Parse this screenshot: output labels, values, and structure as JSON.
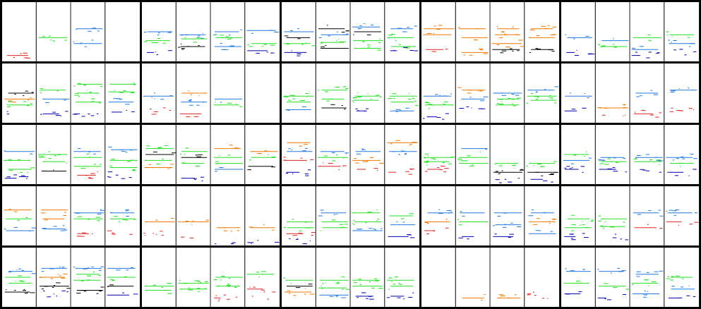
{
  "colors": {
    "background": "#ffffff",
    "grid_major": "#000000",
    "grid_minor": "#444444",
    "green": "#22dd22",
    "blue": "#2277dd",
    "navy": "#0000aa",
    "orange": "#ee7700",
    "red": "#dd2222",
    "black": "#000000"
  },
  "grid": {
    "block_rows": 5,
    "block_cols": 5,
    "panels_per_block": 4
  },
  "panels": [
    [
      [
        "r",
        0.9
      ],
      [
        "g",
        0.6
      ],
      [
        "b",
        0.45,
        "b",
        0.7
      ],
      []
    ],
    [
      [
        "b",
        0.5,
        "g",
        0.65,
        "n",
        0.85
      ],
      [
        "b",
        0.55,
        "g",
        0.62,
        "k",
        0.75
      ],
      [
        "b",
        0.5,
        "g",
        0.6,
        "b",
        0.75
      ],
      [
        "b",
        0.48,
        "g",
        0.7,
        "n",
        0.82
      ]
    ],
    [
      [
        "b",
        0.5,
        "k",
        0.6,
        "g",
        0.7,
        "n",
        0.85
      ],
      [
        "k",
        0.45,
        "b",
        0.55,
        "g",
        0.68,
        "k",
        0.78
      ],
      [
        "b",
        0.42,
        "k",
        0.5,
        "g",
        0.65,
        "g",
        0.78
      ],
      [
        "b",
        0.45,
        "g",
        0.6,
        "g",
        0.75,
        "n",
        0.82
      ]
    ],
    [
      [
        "o",
        0.45,
        "o",
        0.55,
        "r",
        0.8
      ],
      [
        "o",
        0.45,
        "o",
        0.6,
        "o",
        0.85
      ],
      [
        "o",
        0.45,
        "o",
        0.55,
        "o",
        0.7,
        "k",
        0.8
      ],
      [
        "o",
        0.45,
        "o",
        0.6,
        "k",
        0.8
      ]
    ],
    [
      [
        "b",
        0.6,
        "n",
        0.85
      ],
      [
        "b",
        0.65,
        "g",
        0.75
      ],
      [
        "g",
        0.6,
        "b",
        0.8,
        "n",
        0.9
      ],
      [
        "g",
        0.55,
        "b",
        0.7,
        "n",
        0.85
      ]
    ],
    [
      [
        "k",
        0.5,
        "o",
        0.6,
        "g",
        0.7,
        "n",
        0.85
      ],
      [
        "g",
        0.45,
        "b",
        0.6,
        "n",
        0.85
      ],
      [
        "g",
        0.35,
        "g",
        0.5,
        "g",
        0.65,
        "n",
        0.85
      ],
      [
        "g",
        0.35,
        "g",
        0.48,
        "b",
        0.65,
        "n",
        0.82
      ]
    ],
    [
      [
        "b",
        0.55,
        "r",
        0.8
      ],
      [
        "o",
        0.5,
        "b",
        0.65,
        "r",
        0.85
      ],
      [
        "b",
        0.6,
        "g",
        0.7
      ],
      []
    ],
    [
      [
        "g",
        0.55,
        "g",
        0.65,
        "b",
        0.78
      ],
      [
        "g",
        0.45,
        "g",
        0.6,
        "k",
        0.75
      ],
      [
        "g",
        0.55,
        "g",
        0.62,
        "n",
        0.8
      ],
      [
        "g",
        0.55,
        "g",
        0.65,
        "b",
        0.8
      ]
    ],
    [
      [
        "b",
        0.55,
        "g",
        0.7,
        "n",
        0.9
      ],
      [
        "o",
        0.45,
        "b",
        0.6,
        "n",
        0.78
      ],
      [
        "b",
        0.5,
        "g",
        0.6,
        "g",
        0.7
      ],
      [
        "b",
        0.45,
        "g",
        0.55,
        "g",
        0.62
      ]
    ],
    [
      [
        "b",
        0.55,
        "n",
        0.8
      ],
      [
        "o",
        0.75,
        "r",
        0.85
      ],
      [
        "b",
        0.5,
        "r",
        0.85
      ],
      [
        "b",
        0.45,
        "r",
        0.8
      ]
    ],
    [
      [
        "b",
        0.45,
        "g",
        0.6,
        "g",
        0.75,
        "n",
        0.9
      ],
      [
        "g",
        0.5,
        "g",
        0.62,
        "k",
        0.78
      ],
      [
        "b",
        0.45,
        "g",
        0.55,
        "g",
        0.7,
        "r",
        0.85
      ],
      [
        "b",
        0.42,
        "g",
        0.6,
        "g",
        0.72,
        "n",
        0.85
      ]
    ],
    [
      [
        "g",
        0.4,
        "k",
        0.5,
        "g",
        0.6,
        "o",
        0.72
      ],
      [
        "g",
        0.45,
        "k",
        0.55,
        "g",
        0.65,
        "n",
        0.9
      ],
      [
        "o",
        0.4,
        "g",
        0.55,
        "g",
        0.65,
        "b",
        0.75
      ],
      [
        "o",
        0.45,
        "g",
        0.55,
        "k",
        0.7
      ]
    ],
    [
      [
        "o",
        0.3,
        "b",
        0.45,
        "r",
        0.6,
        "n",
        0.8
      ],
      [
        "b",
        0.45,
        "g",
        0.55,
        "r",
        0.7
      ],
      [
        "b",
        0.45,
        "o",
        0.6,
        "r",
        0.75
      ],
      [
        "o",
        0.3,
        "b",
        0.45,
        "r",
        0.8
      ]
    ],
    [
      [
        "g",
        0.55,
        "g",
        0.62,
        "r",
        0.75
      ],
      [
        "b",
        0.4,
        "g",
        0.55,
        "g",
        0.65
      ],
      [
        "g",
        0.65,
        "k",
        0.8,
        "n",
        0.92
      ],
      [
        "g",
        0.65,
        "k",
        0.8,
        "n",
        0.92
      ]
    ],
    [
      [
        "g",
        0.5,
        "b",
        0.6,
        "n",
        0.75
      ],
      [
        "b",
        0.55,
        "g",
        0.62,
        "n",
        0.75
      ],
      [
        "b",
        0.55,
        "g",
        0.62,
        "n",
        0.78
      ],
      [
        "b",
        0.55,
        "g",
        0.65,
        "n",
        0.8
      ]
    ],
    [
      [
        "o",
        0.4,
        "g",
        0.55,
        "b",
        0.75
      ],
      [
        "o",
        0.4,
        "o",
        0.55,
        "b",
        0.72
      ],
      [
        "b",
        0.45,
        "g",
        0.55,
        "r",
        0.8
      ],
      [
        "b",
        0.45,
        "g",
        0.55,
        "r",
        0.8
      ]
    ],
    [
      [
        "o",
        0.6,
        "r",
        0.8
      ],
      [
        "o",
        0.6,
        "r",
        0.85
      ],
      [
        "o",
        0.7,
        "n",
        0.95
      ],
      [
        "o",
        0.7,
        "n",
        0.95
      ]
    ],
    [
      [
        "g",
        0.6,
        "g",
        0.7,
        "r",
        0.8,
        "n",
        0.92
      ],
      [
        "b",
        0.45,
        "g",
        0.6,
        "g",
        0.7
      ],
      [
        "g",
        0.45,
        "g",
        0.6,
        "b",
        0.75
      ],
      [
        "g",
        0.5,
        "b",
        0.65,
        "n",
        0.85
      ]
    ],
    [
      [
        "b",
        0.45,
        "o",
        0.6,
        "r",
        0.75
      ],
      [
        "b",
        0.45,
        "g",
        0.6,
        "n",
        0.85
      ],
      [
        "b",
        0.45,
        "b",
        0.65,
        "n",
        0.85
      ],
      [
        "b",
        0.45,
        "o",
        0.6,
        "b",
        0.8
      ]
    ],
    [
      [
        "g",
        0.55,
        "g",
        0.7,
        "n",
        0.85
      ],
      [
        "g",
        0.55,
        "g",
        0.68,
        "n",
        0.85
      ],
      [
        "b",
        0.45,
        "r",
        0.7
      ],
      [
        "b",
        0.45,
        "r",
        0.6
      ]
    ],
    [
      [
        "b",
        0.4,
        "g",
        0.5,
        "g",
        0.6,
        "k",
        0.75
      ],
      [
        "b",
        0.35,
        "o",
        0.5,
        "k",
        0.65,
        "n",
        0.78
      ],
      [
        "b",
        0.35,
        "g",
        0.45,
        "g",
        0.55,
        "k",
        0.72
      ],
      [
        "b",
        0.35,
        "g",
        0.5,
        "k",
        0.65,
        "n",
        0.8
      ]
    ],
    [
      [
        "g",
        0.65,
        "g",
        0.72
      ],
      [
        "g",
        0.6,
        "g",
        0.7
      ],
      [
        "g",
        0.5,
        "g",
        0.65,
        "r",
        0.85
      ],
      [
        "g",
        0.45,
        "r",
        0.7,
        "r",
        0.85
      ]
    ],
    [
      [
        "g",
        0.55,
        "k",
        0.65,
        "o",
        0.75
      ],
      [
        "g",
        0.55,
        "g",
        0.68,
        "b",
        0.8
      ],
      [
        "g",
        0.55,
        "g",
        0.65,
        "n",
        0.82
      ],
      [
        "g",
        0.55,
        "g",
        0.65,
        "n",
        0.82
      ]
    ],
    [
      [],
      [
        "o",
        0.85
      ],
      [
        "o",
        0.85
      ],
      [
        "r",
        0.8
      ]
    ],
    [
      [
        "b",
        0.4,
        "g",
        0.6,
        "n",
        0.78
      ],
      [
        "b",
        0.4,
        "g",
        0.65,
        "n",
        0.85
      ],
      [
        "b",
        0.45,
        "g",
        0.6,
        "b",
        0.78
      ],
      [
        "g",
        0.5,
        "b",
        0.7,
        "n",
        0.85
      ]
    ]
  ]
}
